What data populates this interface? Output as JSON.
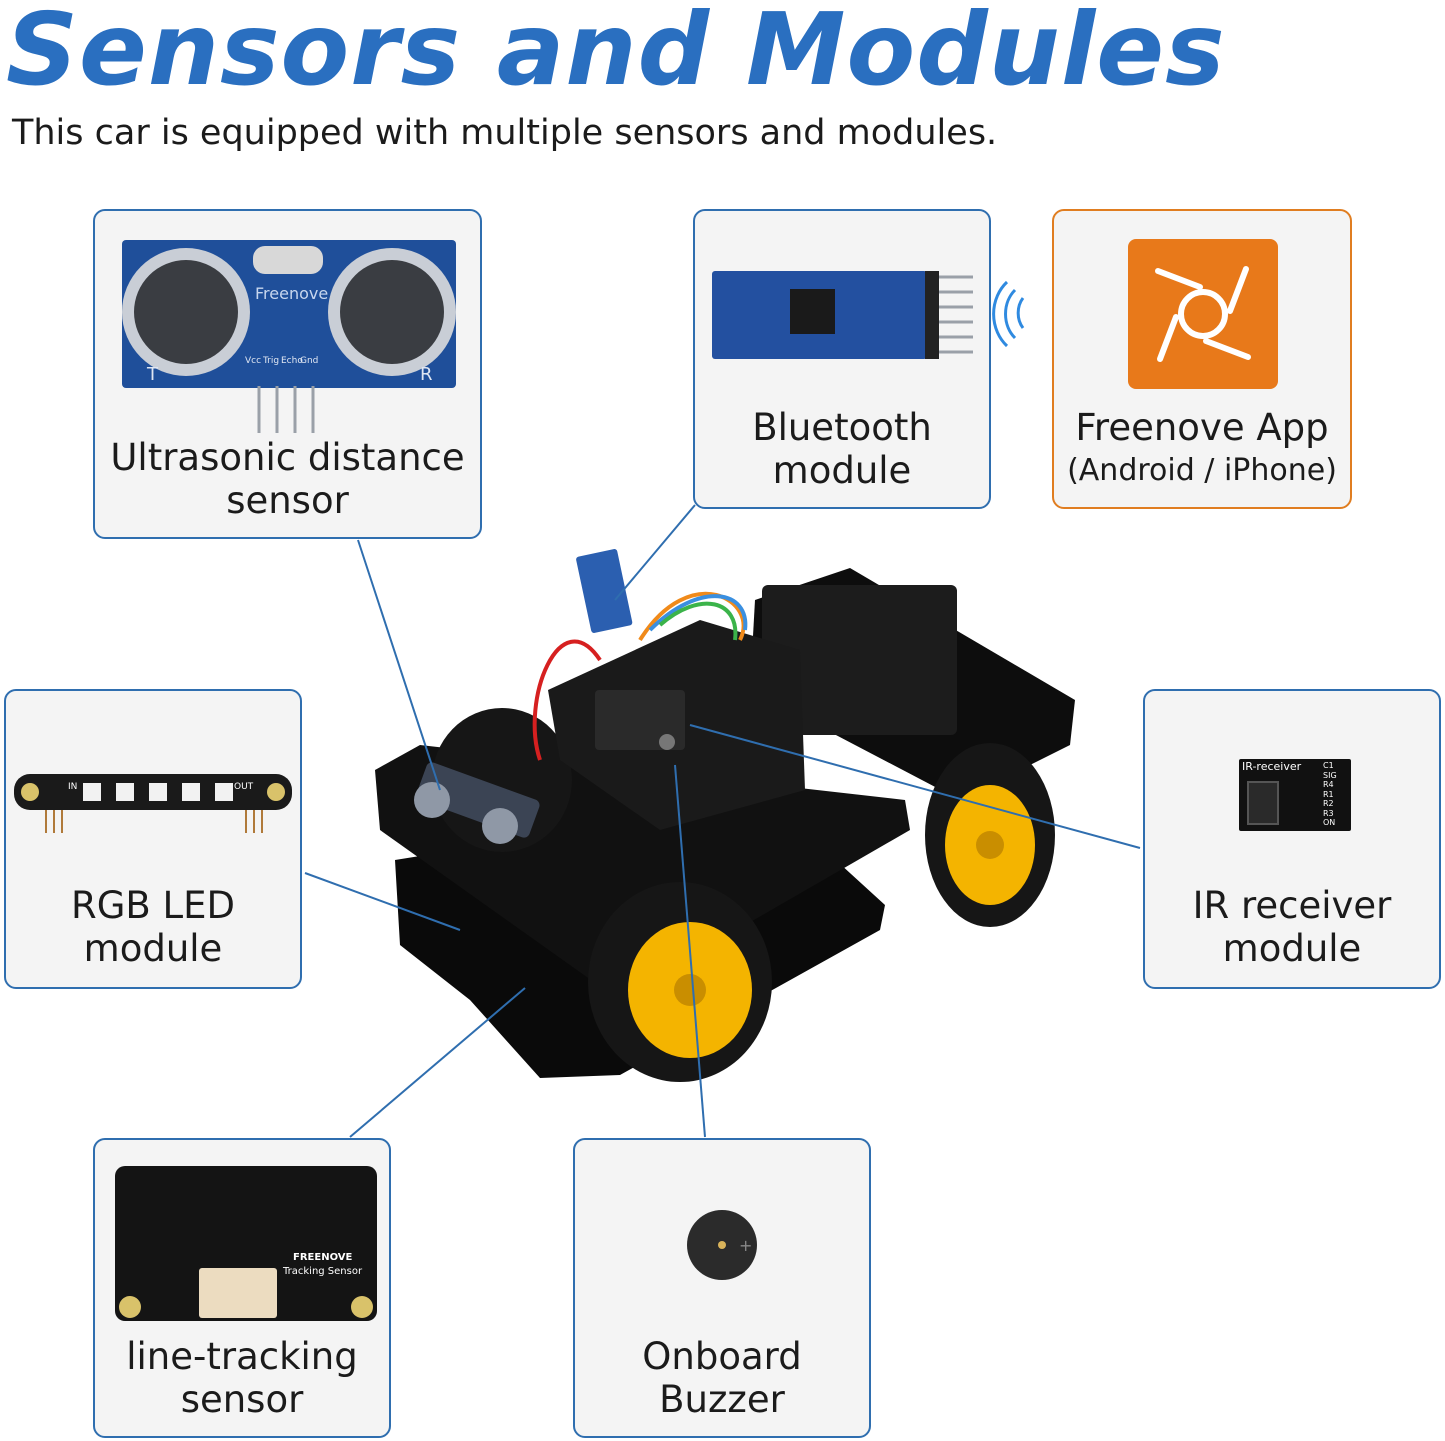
{
  "header": {
    "title": "Sensors and Modules",
    "subtitle": "This car is equipped with multiple sensors and modules."
  },
  "modules": {
    "ultrasonic": {
      "line1": "Ultrasonic distance",
      "line2": "sensor",
      "board_brand": "Freenove",
      "pins": [
        "Vcc",
        "Trig",
        "Echo",
        "Gnd"
      ],
      "left_mark": "T",
      "right_mark": "R"
    },
    "bluetooth": {
      "line1": "Bluetooth",
      "line2": "module"
    },
    "app": {
      "line1": "Freenove App",
      "line2": "(Android / iPhone)"
    },
    "rgb_led": {
      "line1": "RGB LED",
      "line2": "module",
      "in_mark": "IN",
      "out_mark": "OUT"
    },
    "ir_receiver": {
      "line1": "IR receiver",
      "line2": "module",
      "board_label": "IR-receiver",
      "pin_labels": [
        "C1",
        "SIG",
        "R4",
        "R1",
        "R2",
        "R3",
        "ON"
      ]
    },
    "line_tracking": {
      "line1": "line-tracking",
      "line2": "sensor",
      "brand": "FREENOVE",
      "board_label": "Tracking Sensor"
    },
    "buzzer": {
      "line1": "Onboard",
      "line2": "Buzzer"
    }
  },
  "colors": {
    "title_blue": "#2a6fc0",
    "card_border_blue": "#2f6eaf",
    "card_border_orange": "#e07d20",
    "app_icon_orange": "#e8791a",
    "pcb_blue": "#1f4f9a",
    "wheel_yellow": "#f4b400"
  }
}
